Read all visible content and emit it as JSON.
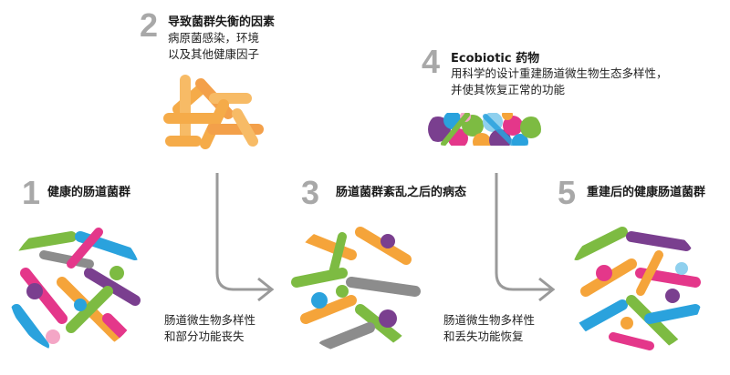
{
  "step1": {
    "number": "1",
    "title": "健康的肠道菌群"
  },
  "step2": {
    "number": "2",
    "title": "导致菌群失衡的因素",
    "desc": [
      "病原菌感染，环境",
      "以及其他健康因子"
    ]
  },
  "step3": {
    "number": "3",
    "title": "肠道菌群紊乱之后的病态"
  },
  "step4": {
    "number": "4",
    "title": "Ecobiotic 药物",
    "desc": [
      "用科学的设计重建肠道微生物生态多样性，",
      "并使其恢复正常的功能"
    ]
  },
  "step5": {
    "number": "5",
    "title": "重建后的健康肠道菌群"
  },
  "arrow1_caption": [
    "肠道微生物多样性",
    "和部分功能丧失"
  ],
  "arrow2_caption": [
    "肠道微生物多样性",
    "和丢失功能恢复"
  ],
  "colors": {
    "number_gray": "#a8a8a8",
    "arrow_gray": "#9a9a9a",
    "orange": "#f5a43a",
    "green": "#7dbb42",
    "blue": "#2aa2dd",
    "purple": "#7a3f8f",
    "pink": "#e4378a",
    "gray": "#8c8c8c",
    "lightblue": "#8fd0ee",
    "lightpink": "#f4a6c6"
  },
  "icons": [
    "healthy-microbiota-icon",
    "disruption-factor-icon",
    "disrupted-microbiota-icon",
    "ecobiotic-capsule-icon",
    "restored-microbiota-icon"
  ]
}
